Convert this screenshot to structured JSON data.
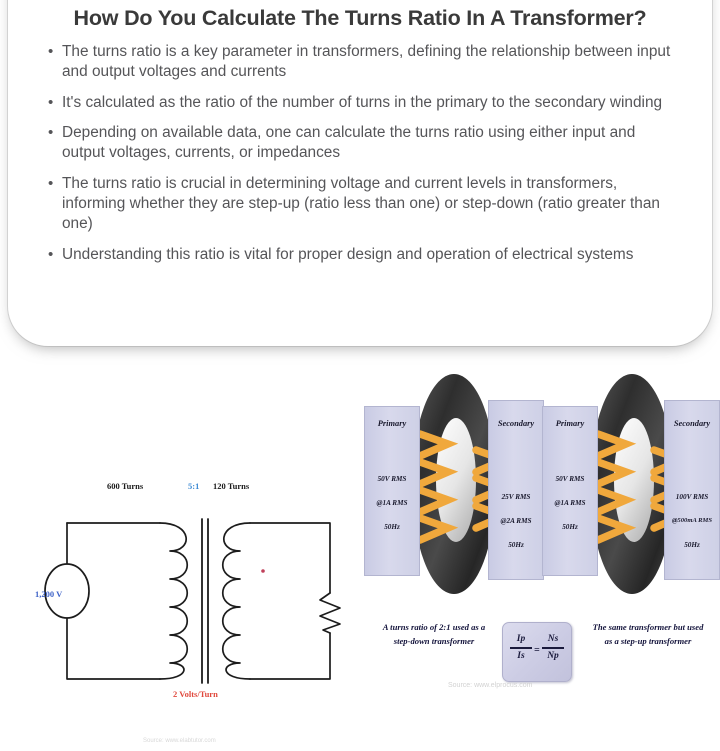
{
  "card": {
    "title": "How Do You Calculate The Turns Ratio In A Transformer?",
    "bullet_marker": "•",
    "bullets": [
      "The turns ratio is a key parameter in transformers, defining the relationship between input and output voltages and currents",
      "It's calculated as the ratio of the number of turns in the primary to the secondary winding",
      "Depending on available data, one can calculate the turns ratio using either input and output voltages, currents, or impedances",
      "The turns ratio is crucial in determining voltage and current levels in transformers, informing whether they are step-up (ratio less than one) or step-down (ratio greater than one)",
      "Understanding this ratio is vital for proper design and operation of electrical systems"
    ]
  },
  "schematic": {
    "primary_turns": "600 Turns",
    "turns_ratio": "5:1",
    "secondary_turns": "120 Turns",
    "source_voltage": "1,200 V",
    "volts_per_turn": "2 Volts/Turn",
    "source_note": "Source: www.elabtutor.com"
  },
  "toroid_figure": {
    "boxes": [
      {
        "id": "primary-1",
        "title": "Primary",
        "lines": [
          "50V RMS",
          "@1A RMS",
          "50Hz"
        ]
      },
      {
        "id": "secondary-1",
        "title": "Secondary",
        "lines": [
          "25V RMS",
          "@2A RMS",
          "50Hz"
        ]
      },
      {
        "id": "primary-2",
        "title": "Primary",
        "lines": [
          "50V RMS",
          "@1A RMS",
          "50Hz"
        ]
      },
      {
        "id": "secondary-2",
        "title": "Secondary",
        "lines": [
          "100V RMS",
          "@500mA RMS",
          "50Hz"
        ]
      }
    ],
    "caption_left": "A turns ratio of 2:1 used as a step-down transformer",
    "caption_right": "The same transformer but used as a step-up transformer",
    "formula": {
      "left_numerator": "Ip",
      "left_denominator": "Is",
      "equals": "=",
      "right_numerator": "Ns",
      "right_denominator": "Np"
    },
    "source_note": "Source: www.elprocus.com"
  },
  "colors": {
    "title_text": "#3a3a3a",
    "body_text": "#555558",
    "ratio_blue": "#3f8bd4",
    "source_blue": "#3f63c8",
    "volts_red": "#e0483c",
    "winding_orange": "#f0a83c",
    "core_dark": "#3a3a3a",
    "box_lavender": "#d2d4e8"
  }
}
